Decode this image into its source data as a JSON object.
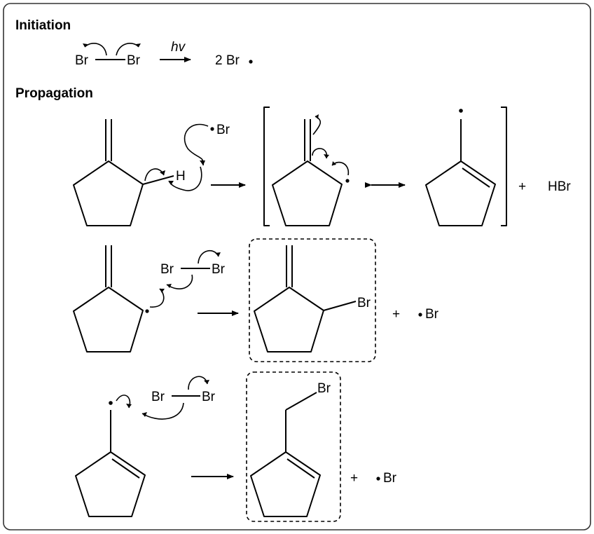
{
  "sections": {
    "initiation": "Initiation",
    "propagation": "Propagation"
  },
  "atoms": {
    "br": "Br",
    "h": "H",
    "hv": "hv",
    "two_br_radical": "2 Br",
    "hbr": "HBr",
    "plus": "+"
  },
  "icons": {
    "radical": "radical-dot",
    "curved_arrow": "fishhook-arrow",
    "reaction_arrow": "right-arrow",
    "resonance_arrow": "double-headed-arrow"
  },
  "colors": {
    "ink": "#000000",
    "frame": "#333333",
    "background": "#ffffff"
  }
}
